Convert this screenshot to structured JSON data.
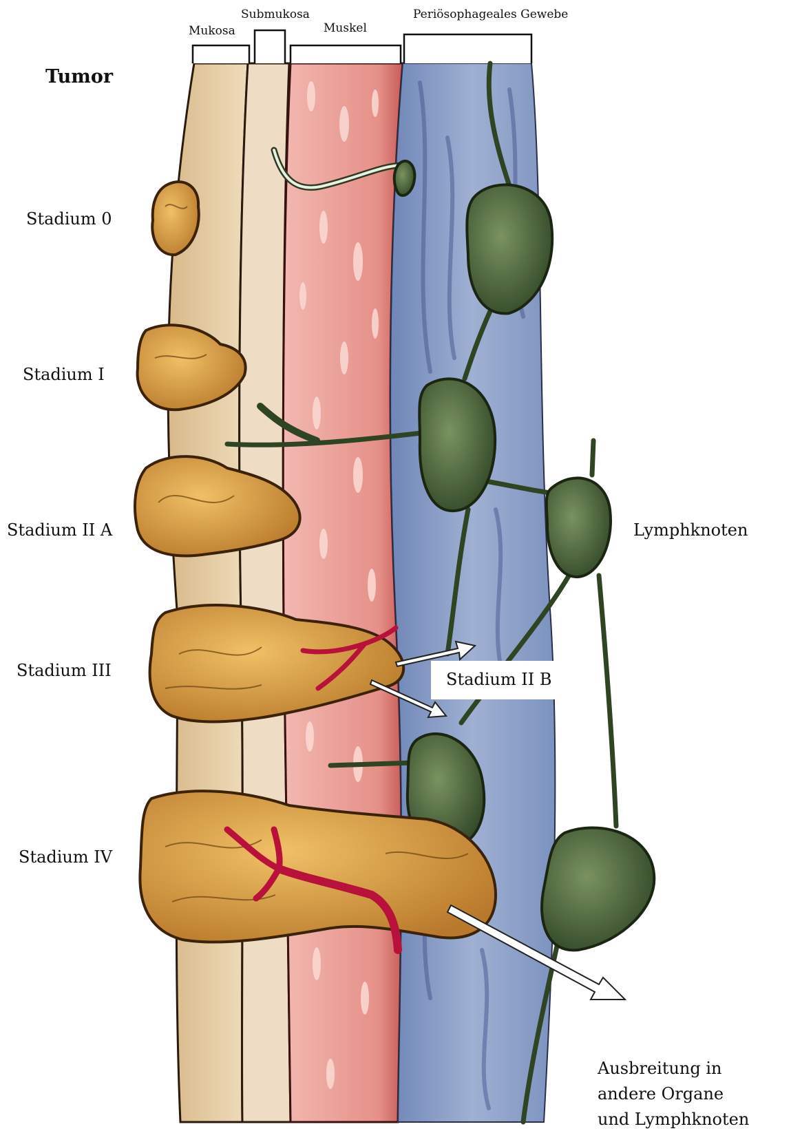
{
  "header": {
    "mukosa": "Mukosa",
    "submukosa": "Submukosa",
    "muskel": "Muskel",
    "periosophageal": "Periösophageales Gewebe"
  },
  "tumor_title": "Tumor",
  "stages": [
    {
      "label": "Stadium 0"
    },
    {
      "label": "Stadium I"
    },
    {
      "label": "Stadium II A"
    },
    {
      "label": "Stadium III"
    },
    {
      "label": "Stadium IV"
    }
  ],
  "stage_2b_label": "Stadium II B",
  "lymph_label": "Lymphknoten",
  "spread_label": [
    "Ausbreitung in",
    "andere Organe",
    "und Lymphknoten"
  ],
  "colors": {
    "mukosa": "#e6cfa6",
    "submukosa": "#ead9c2",
    "muskel": "#e9a39c",
    "periosophageal": "#8fa3c8",
    "lymph_node": "#4f6b3a",
    "tumor": "#d9a24b",
    "vessel": "#b8123a"
  }
}
